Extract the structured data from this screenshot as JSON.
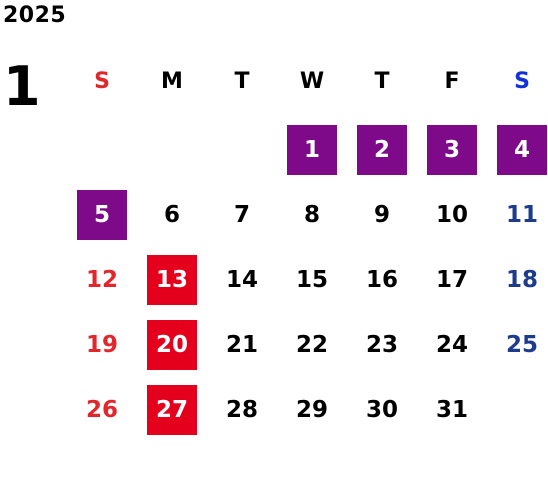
{
  "year": "2025",
  "month": "1",
  "colors": {
    "default": "#000000",
    "sunday": "#e3262b",
    "saturday": "#1e3c8e",
    "saturday_header": "#1232d8",
    "holiday_bg": "#7e0a8a",
    "sunday_highlight_bg": "#e4001c",
    "on_highlight": "#ffffff"
  },
  "weekdays": [
    {
      "label": "S",
      "kind": "sunday"
    },
    {
      "label": "M",
      "kind": "default"
    },
    {
      "label": "T",
      "kind": "default"
    },
    {
      "label": "W",
      "kind": "default"
    },
    {
      "label": "T",
      "kind": "default"
    },
    {
      "label": "F",
      "kind": "default"
    },
    {
      "label": "S",
      "kind": "saturday_header"
    }
  ],
  "weeks": [
    [
      null,
      null,
      null,
      {
        "day": "1",
        "kind": "holiday"
      },
      {
        "day": "2",
        "kind": "holiday"
      },
      {
        "day": "3",
        "kind": "holiday"
      },
      {
        "day": "4",
        "kind": "holiday"
      }
    ],
    [
      {
        "day": "5",
        "kind": "holiday"
      },
      {
        "day": "6",
        "kind": "default"
      },
      {
        "day": "7",
        "kind": "default"
      },
      {
        "day": "8",
        "kind": "default"
      },
      {
        "day": "9",
        "kind": "default"
      },
      {
        "day": "10",
        "kind": "default"
      },
      {
        "day": "11",
        "kind": "saturday"
      }
    ],
    [
      {
        "day": "12",
        "kind": "sunday"
      },
      {
        "day": "13",
        "kind": "sunday_highlight"
      },
      {
        "day": "14",
        "kind": "default"
      },
      {
        "day": "15",
        "kind": "default"
      },
      {
        "day": "16",
        "kind": "default"
      },
      {
        "day": "17",
        "kind": "default"
      },
      {
        "day": "18",
        "kind": "saturday"
      }
    ],
    [
      {
        "day": "19",
        "kind": "sunday"
      },
      {
        "day": "20",
        "kind": "sunday_highlight"
      },
      {
        "day": "21",
        "kind": "default"
      },
      {
        "day": "22",
        "kind": "default"
      },
      {
        "day": "23",
        "kind": "default"
      },
      {
        "day": "24",
        "kind": "default"
      },
      {
        "day": "25",
        "kind": "saturday"
      }
    ],
    [
      {
        "day": "26",
        "kind": "sunday"
      },
      {
        "day": "27",
        "kind": "sunday_highlight"
      },
      {
        "day": "28",
        "kind": "default"
      },
      {
        "day": "29",
        "kind": "default"
      },
      {
        "day": "30",
        "kind": "default"
      },
      {
        "day": "31",
        "kind": "default"
      },
      null
    ]
  ]
}
